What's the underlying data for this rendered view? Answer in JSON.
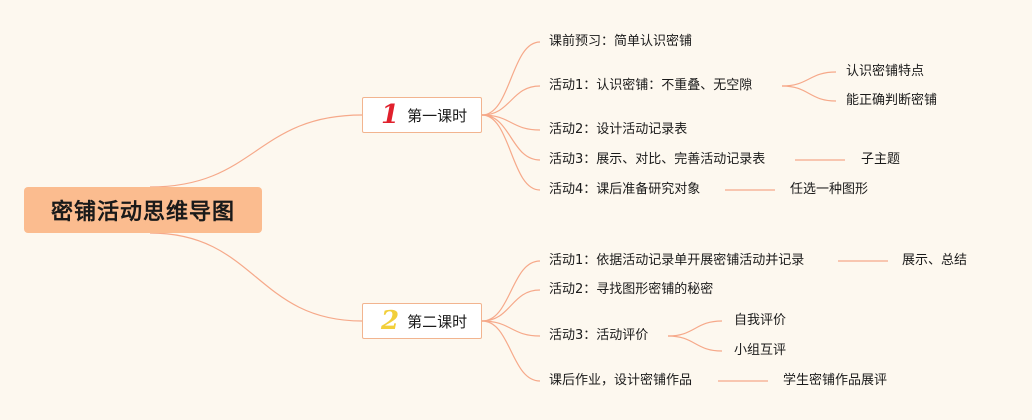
{
  "root": {
    "title": "密铺活动思维导图"
  },
  "lessons": [
    {
      "number": "1",
      "label": "第一课时",
      "items": [
        {
          "text": "课前预习：简单认识密铺"
        },
        {
          "text": "活动1：认识密铺：不重叠、无空隙",
          "children": [
            "认识密铺特点",
            "能正确判断密铺"
          ]
        },
        {
          "text": "活动2：设计活动记录表"
        },
        {
          "text": "活动3：展示、对比、完善活动记录表",
          "children": [
            "子主题"
          ]
        },
        {
          "text": "活动4：课后准备研究对象",
          "children": [
            "任选一种图形"
          ]
        }
      ]
    },
    {
      "number": "2",
      "label": "第二课时",
      "items": [
        {
          "text": "活动1：依据活动记录单开展密铺活动并记录",
          "children": [
            "展示、总结"
          ]
        },
        {
          "text": "活动2：寻找图形密铺的秘密"
        },
        {
          "text": "活动3：活动评价",
          "children": [
            "自我评价",
            "小组互评"
          ]
        },
        {
          "text": "课后作业，设计密铺作品",
          "children": [
            "学生密铺作品展评"
          ]
        }
      ]
    }
  ],
  "colors": {
    "background": "#fdf8ef",
    "root_fill": "#fbbc8f",
    "link": "#f6a98a",
    "lesson1_number": "#e0202c",
    "lesson2_number": "#f2cf3a"
  }
}
